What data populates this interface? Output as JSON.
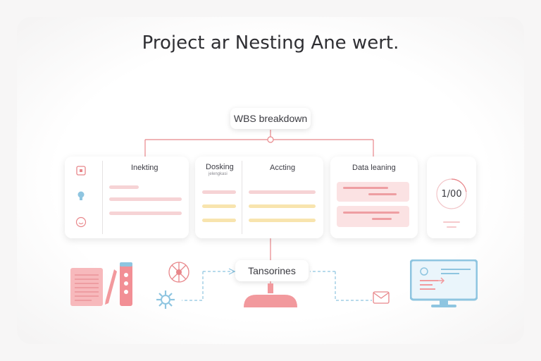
{
  "title": "Project ar Nesting Ane wert.",
  "root_node": {
    "label": "WBS breakdown"
  },
  "cards": {
    "card1": {
      "header": "Inekting"
    },
    "card2": {
      "header": "Dosking",
      "subheader": "jelengkasi"
    },
    "card3": {
      "header": "Accting"
    },
    "card4": {
      "header": "Data leaning"
    },
    "card5": {
      "value": "1/00"
    }
  },
  "bottom_node": {
    "label": "Tansorines"
  },
  "colors": {
    "accent": "#e8868a",
    "pink_light": "#f6c9cc",
    "yellow_light": "#f8e4ae",
    "blue": "#8ec5e0",
    "text": "#2f2f33"
  },
  "icons": [
    "calendar-icon",
    "lightbulb-icon",
    "smile-icon",
    "document-icon",
    "pencil-icon",
    "checklist-icon",
    "network-icon",
    "gear-icon",
    "monitor-icon",
    "mail-icon",
    "desktop-icon"
  ]
}
